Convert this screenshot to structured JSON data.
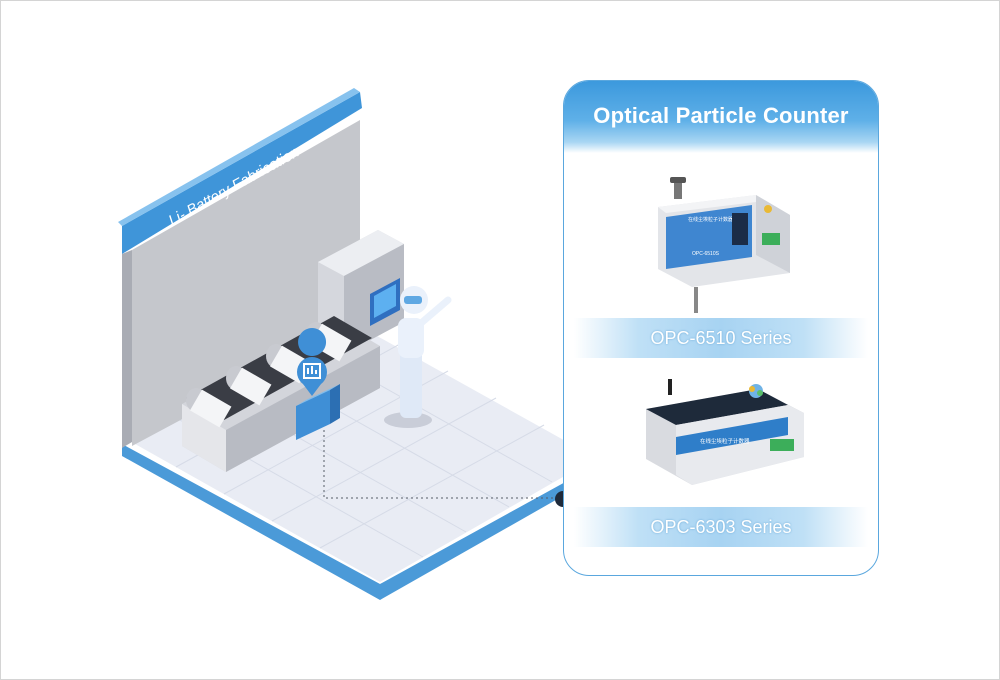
{
  "scene": {
    "banner_text": "Li- Battery Fabrication"
  },
  "panel": {
    "title": "Optical Particle Counter",
    "products": [
      {
        "screen_title": "在线尘埃粒子计数器",
        "model_text": "OPC-6510S",
        "series_label": "OPC-6510 Series"
      },
      {
        "screen_title": "在线尘埃粒子计数器",
        "series_label": "OPC-6303 Series"
      }
    ]
  },
  "colors": {
    "accent_blue": "#3c99dd",
    "panel_border": "#5aa7de",
    "dark": "#1f2a3a"
  }
}
